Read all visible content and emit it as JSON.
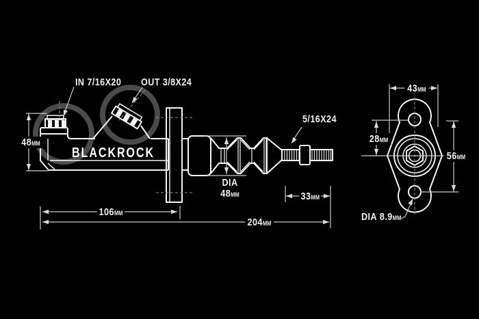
{
  "brand": {
    "logo": "BLACKROCK"
  },
  "side_view": {
    "port_labels": {
      "inlet": "IN 7/16X20",
      "outlet": "OUT 3/8X24"
    },
    "pushrod_thread": "5/16X24",
    "boot_diameter": {
      "prefix": "DIA",
      "value": "48",
      "unit": "MM"
    },
    "dimensions": {
      "body_height": {
        "value": "48",
        "unit": "MM"
      },
      "thread_length": {
        "value": "33",
        "unit": "MM"
      },
      "body_length": {
        "value": "106",
        "unit": "MM"
      },
      "overall_length": {
        "value": "204",
        "unit": "MM"
      }
    }
  },
  "front_view": {
    "dimensions": {
      "flange_width": {
        "value": "43",
        "unit": "MM"
      },
      "hole_to_center": {
        "value": "28",
        "unit": "MM"
      },
      "hole_spacing": {
        "value": "56",
        "unit": "MM"
      },
      "bolt_hole_diameter": {
        "prefix": "DIA",
        "value": "8.9",
        "unit": "MM"
      }
    }
  },
  "colors": {
    "background": "#000000",
    "object_line": "#f5f5f5",
    "dim_line": "#c9c9c9",
    "dashed_line": "#8f8f8f",
    "highlight_ring": "#4a4a4a",
    "text": "#f0f0f0"
  }
}
